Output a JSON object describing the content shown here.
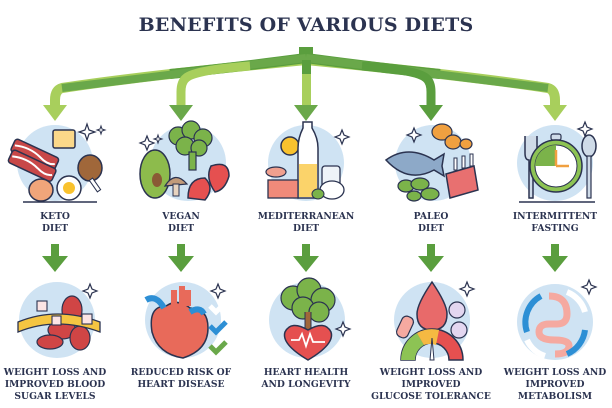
{
  "title": "BENEFITS OF VARIOUS DIETS",
  "colors": {
    "title_text": "#2b3350",
    "arrow_dark_green": "#5a9e3e",
    "arrow_light_green": "#a8cf5c",
    "icon_bg_circle": "#cfe3f3",
    "outline": "#2b3350"
  },
  "diets": [
    {
      "name_line1": "KETO",
      "name_line2": "DIET",
      "icon": "keto-food-icon",
      "benefit_lines": [
        "WEIGHT LOSS AND",
        "IMPROVED BLOOD",
        "SUGAR LEVELS"
      ],
      "benefit_icon": "blood-sugar-icon"
    },
    {
      "name_line1": "VEGAN",
      "name_line2": "DIET",
      "icon": "vegan-food-icon",
      "benefit_lines": [
        "REDUCED RISK OF",
        "HEART DISEASE"
      ],
      "benefit_icon": "healthy-heart-icon"
    },
    {
      "name_line1": "MEDITERRANEAN",
      "name_line2": "DIET",
      "icon": "mediterranean-food-icon",
      "benefit_lines": [
        "HEART HEALTH",
        "AND LONGEVITY"
      ],
      "benefit_icon": "heart-tree-icon"
    },
    {
      "name_line1": "PALEO",
      "name_line2": "DIET",
      "icon": "paleo-food-icon",
      "benefit_lines": [
        "WEIGHT LOSS AND",
        "IMPROVED",
        "GLUCOSE TOLERANCE"
      ],
      "benefit_icon": "glucose-gauge-icon"
    },
    {
      "name_line1": "INTERMITTENT",
      "name_line2": "FASTING",
      "icon": "fasting-clock-icon",
      "benefit_lines": [
        "WEIGHT LOSS AND",
        "IMPROVED",
        "METABOLISM"
      ],
      "benefit_icon": "metabolism-icon"
    }
  ]
}
